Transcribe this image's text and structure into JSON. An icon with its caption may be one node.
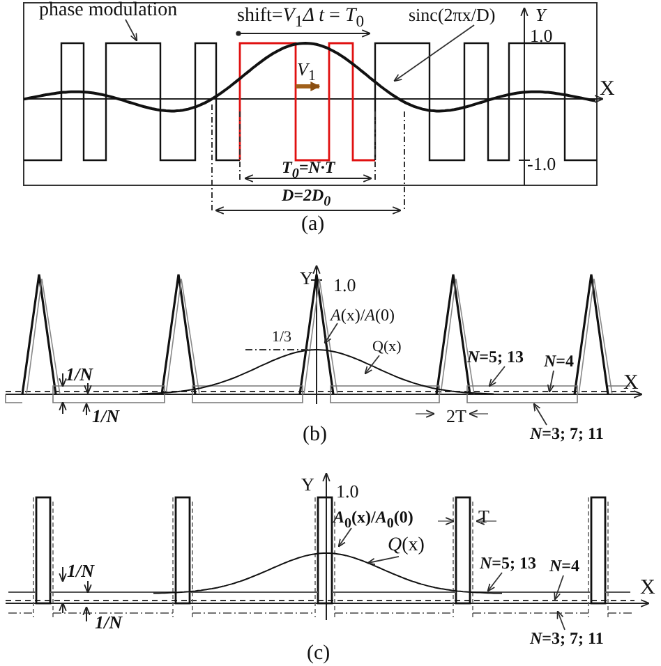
{
  "diagram": {
    "nodes": [
      {
        "text": [
          "phase modulation"
        ]
      },
      {
        "text": [
          "sinc(2πx/D)"
        ]
      },
      {
        "text": [
          "*A*(x)/*A*(0)"
        ]
      },
      {
        "text": [
          "Q(x)"
        ]
      },
      {
        "text": [
          "*N*=5; 13"
        ]
      },
      {
        "text": [
          "*N*=4"
        ]
      },
      {
        "text": [
          "*N*=3; 7; 11"
        ]
      },
      {
        "text": [
          "*A*$_{0}$(x)/*A*$_{0}$(0)"
        ]
      },
      {
        "text": [
          "*Q*(x)"
        ]
      },
      {
        "text": [
          "*N*=5; 13"
        ]
      },
      {
        "text": [
          "*N*=4"
        ]
      },
      {
        "text": [
          "*N*=3; 7; 11"
        ]
      }
    ],
    "edges": [
      {
        "from": 0,
        "to": null,
        "arrow": "to"
      },
      {
        "from": 1,
        "to": null,
        "arrow": "to"
      },
      {
        "from": 2,
        "to": null,
        "arrow": "to"
      },
      {
        "from": 3,
        "to": null,
        "arrow": "to"
      },
      {
        "from": 4,
        "to": null,
        "arrow": "to"
      },
      {
        "from": 5,
        "to": null,
        "arrow": "to"
      },
      {
        "from": 6,
        "to": null,
        "arrow": "to"
      },
      {
        "from": 7,
        "to": null,
        "arrow": "to"
      },
      {
        "from": 8,
        "to": null,
        "arrow": "to"
      },
      {
        "from": 9,
        "to": null,
        "arrow": "to"
      },
      {
        "from": 10,
        "to": null,
        "arrow": "to"
      },
      {
        "from": 11,
        "to": null,
        "arrow": "to"
      }
    ],
    "labels": [
      "shift=*V*$_{1}$*Δ t* = *T*$_{0}$",
      "Y",
      "1.0",
      "*V*$_{1}$",
      "X",
      "-1.0",
      "T$_{0}$=N·T",
      "D=2D$_{0}$",
      "(a)",
      "Y",
      "1.0",
      "1/3",
      "1/N",
      "1/N",
      "2T",
      "X",
      "(b)",
      "Y",
      "1.0",
      "T",
      "1/N",
      "1/N",
      "X",
      "(c)"
    ]
  }
}
